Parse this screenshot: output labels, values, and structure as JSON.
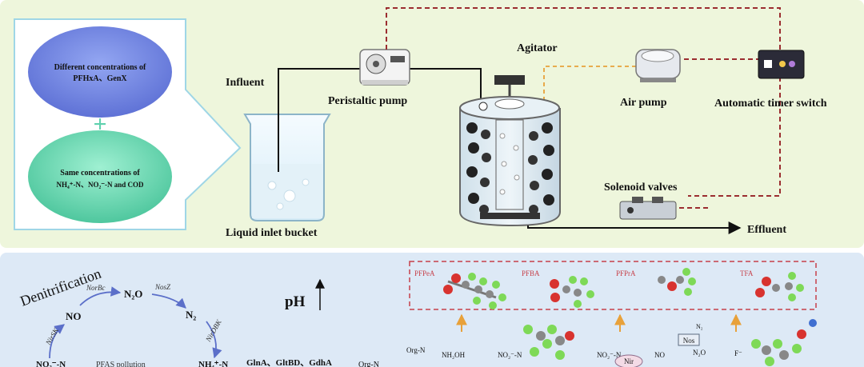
{
  "top_panel": {
    "ellipse_top": {
      "line1": "Different concentrations of",
      "line2": "PFHxA、GenX"
    },
    "plus": "+",
    "ellipse_bottom": {
      "line1": "Same concentrations of",
      "line2": "NH₄⁺-N、NO₂⁻-N and COD"
    },
    "labels": {
      "influent": "Influent",
      "peristaltic_pump": "Peristaltic pump",
      "agitator": "Agitator",
      "air_pump": "Air pump",
      "timer_switch": "Automatic timer switch",
      "solenoid_valves": "Solenoid valves",
      "effluent": "Effluent",
      "liquid_inlet_bucket": "Liquid inlet bucket"
    }
  },
  "bottom_panel": {
    "denitrification": "Denitrification",
    "species": {
      "no": "NO",
      "n2o": "N₂O",
      "n2": "N₂",
      "nh4": "NH₄⁺-N",
      "no2": "NO₂⁻-N",
      "pfas_text": "PFAS pollution"
    },
    "enzymes": {
      "norbc": "NorBc",
      "nosz": "NosZ",
      "nirsk": "NirSK",
      "nirdbk": "NirDBK"
    },
    "ph": "pH",
    "gln": "GlnA、GltBD、GdhA",
    "orgn_left": "Org-N",
    "products": [
      "PFPeA",
      "PFBA",
      "PFPrA",
      "TFA"
    ],
    "pathway": {
      "orgn": "Org-N",
      "nh2oh": "NH₂OH",
      "no2n": "NO₂⁻-N",
      "no2n_b": "NO₂⁻-N",
      "nir": "Nir",
      "no": "NO",
      "nos": "Nos",
      "n2": "N₂",
      "n2o": "N₂O",
      "f": "F⁻"
    }
  },
  "colors": {
    "top_bg": "#eef6dc",
    "bottom_bg": "#dde9f6",
    "ellipse_blue": "#7a8fe4",
    "ellipse_green": "#6fd9b4",
    "dashed_red": "#9b2d30",
    "dashed_orange": "#e8a13a",
    "enzyme_arrow": "#5b6fc9"
  }
}
